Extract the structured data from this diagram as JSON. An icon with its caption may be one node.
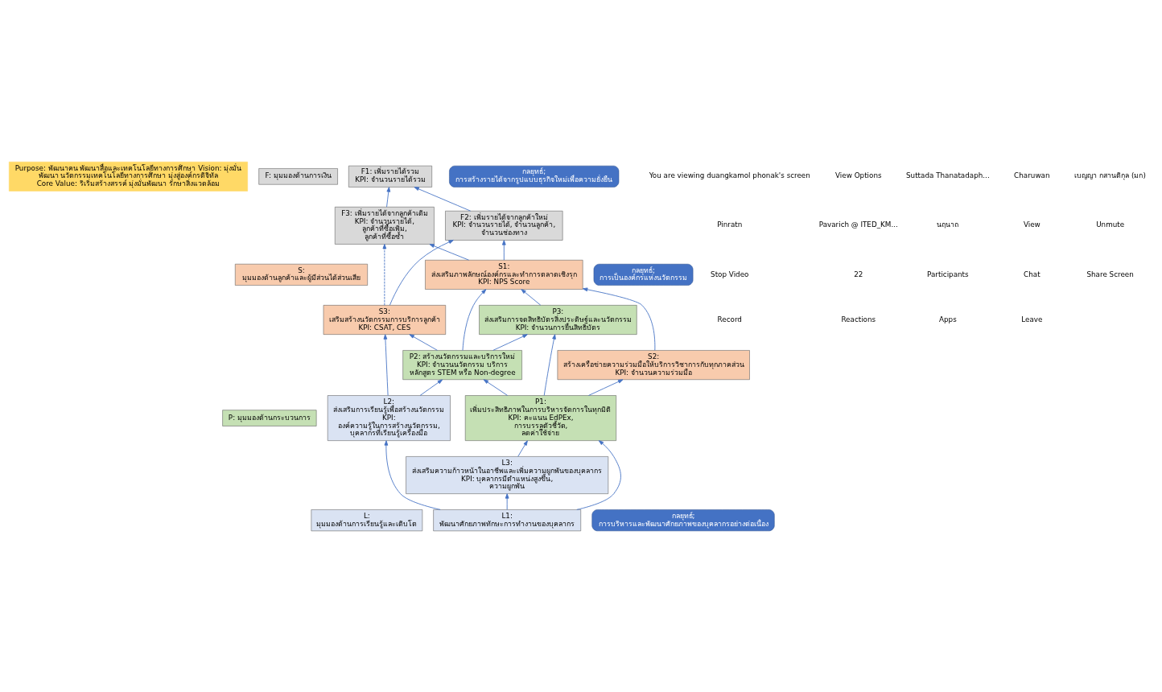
{
  "diagram": {
    "nodes": [
      {
        "text": [
          "Purpose: พัฒนาคน พัฒนาสื่อและเทคโนโลยีทางการศึกษา Vision: มุ่งมั่น พัฒนา นวัตกรรมเทคโนโลยีทางการศึกษา มุ่งสู่องค์กรดิจิทัล",
          "Core Value: ริเริ่มสร้างสรรค์ มุ่งมั่นพัฒนา รักษาสิ่งแวดล้อม"
        ]
      },
      {
        "text": [
          "F: มุมมองด้านการเงิน"
        ]
      },
      {
        "text": [
          "S: มุมมองด้านลูกค้าและผู้มีส่วนได้ส่วนเสีย"
        ]
      },
      {
        "text": [
          "P: มุมมองด้านกระบวนการ"
        ]
      },
      {
        "text": [
          "L: มุมมองด้านการเรียนรู้และเติบโต"
        ]
      },
      {
        "text": [
          "F1: เพิ่มรายได้รวม",
          "KPI: จำนวนรายได้รวม"
        ]
      },
      {
        "text": [
          "F2: เพิ่มรายได้จากลูกค้าใหม่",
          "KPI: จำนวนรายได้, จำนวนลูกค้า, จำนวนช่องทาง"
        ]
      },
      {
        "text": [
          "F3: เพิ่มรายได้จากลูกค้าเดิม",
          "KPI: จำนวนรายได้, ลูกค้าที่ซื้อเพิ่ม, ลูกค้าที่ซื้อซ้ำ"
        ]
      },
      {
        "text": [
          "S3: เสริมสร้างนวัตกรรมการบริการลูกค้า",
          "KPI: CSAT, CES"
        ]
      },
      {
        "text": [
          "S1: ส่งเสริมภาพลักษณ์องค์กรและทำการตลาดเชิงรุก",
          "KPI: NPS Score"
        ]
      },
      {
        "text": [
          "S2: สร้างเครือข่ายความร่วมมือให้บริการวิชาการกับทุกภาคส่วน",
          "KPI: จำนวนความร่วมมือ"
        ]
      },
      {
        "text": [
          "P3: ส่งเสริมการจดสิทธิบัตรสิ่งประดิษฐ์และนวัตกรรม",
          "KPI: จำนวนการยื่นสิทธิบัตร"
        ]
      },
      {
        "text": [
          "P2: สร้างนวัตกรรมและบริการใหม่",
          "KPI: จำนวนนวัตกรรม บริการ หลักสูตร STEM หรือ Non-degree"
        ]
      },
      {
        "text": [
          "P1: เพิ่มประสิทธิภาพในการบริหารจัดการในทุกมิติ",
          "KPI: คะแนน EdPEx, การบรรลุตัวชี้วัด, ลดค่าใช้จ่าย"
        ]
      },
      {
        "text": [
          "L2: ส่งเสริมการเรียนรู้เพื่อสร้างนวัตกรรม",
          "KPI: องค์ความรู้ในการสร้างนวัตกรรม, บุคลากรที่เรียนรู้เครื่องมือ"
        ]
      },
      {
        "text": [
          "L1: พัฒนาศักยภาพทักษะการทำงานของบุคลากร"
        ]
      },
      {
        "text": [
          "L3: ส่งเสริมความก้าวหน้าในอาชีพและเพิ่มความผูกพันของบุคลากร",
          "KPI: บุคลากรมีตำแหน่งสูงขึ้น, ความผูกพัน"
        ]
      },
      {
        "text": [
          "กลยุทธ์; การสร้างรายได้จากรูปแบบธุรกิจใหม่เพื่อความยั่งยืน"
        ]
      },
      {
        "text": [
          "กลยุทธ์; การเป็นองค์กรแห่งนวัตกรรม"
        ]
      },
      {
        "text": [
          "กลยุทธ์; การบริหารและพัฒนาศักยภาพของบุคลากรอย่างต่อเนื่อง"
        ]
      }
    ],
    "edges": [
      {
        "from": 6,
        "to": 5,
        "arrow": "to"
      },
      {
        "from": 7,
        "to": 5,
        "arrow": "to"
      },
      {
        "from": 8,
        "to": 6,
        "arrow": "to"
      },
      {
        "from": 8,
        "to": 7,
        "arrow": "to",
        "style": "dashed"
      },
      {
        "from": 9,
        "to": 6,
        "arrow": "to"
      },
      {
        "from": 9,
        "to": 7,
        "arrow": "to"
      },
      {
        "from": 10,
        "to": 9,
        "arrow": "to"
      },
      {
        "from": 11,
        "to": 9,
        "arrow": "to"
      },
      {
        "from": 12,
        "to": 8,
        "arrow": "to"
      },
      {
        "from": 12,
        "to": 9,
        "arrow": "to"
      },
      {
        "from": 12,
        "to": 11,
        "arrow": "to"
      },
      {
        "from": 13,
        "to": 11,
        "arrow": "to"
      },
      {
        "from": 13,
        "to": 12,
        "arrow": "to"
      },
      {
        "from": 13,
        "to": 10,
        "arrow": "to"
      },
      {
        "from": 14,
        "to": 12,
        "arrow": "to"
      },
      {
        "from": 14,
        "to": 8,
        "arrow": "to"
      },
      {
        "from": 15,
        "to": 13,
        "arrow": "to"
      },
      {
        "from": 15,
        "to": 14,
        "arrow": "to"
      },
      {
        "from": 15,
        "to": 16,
        "arrow": "to"
      },
      {
        "from": 16,
        "to": 13,
        "arrow": "to"
      }
    ],
    "labels": [
      "You are viewing duangkamol phonak's screen",
      "View Options",
      "Suttada Thanatadaph...",
      "Charuwan",
      "เบญญา กสานติกุล (มก)",
      "Pinratn",
      "Pavarich @ ITED_KM...",
      "นฤนาถ",
      "View",
      "Unmute",
      "Stop Video",
      "22",
      "Participants",
      "Chat",
      "Share Screen",
      "Record",
      "Reactions",
      "Apps",
      "Leave"
    ]
  }
}
